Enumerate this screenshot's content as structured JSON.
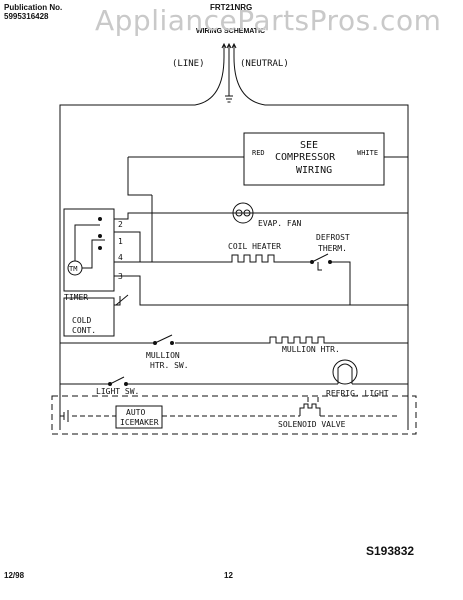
{
  "header": {
    "publication_label": "Publication No.",
    "publication_number": "5995316428",
    "model": "FRT21NRG",
    "subtitle": "WIRING SCHEMATIC",
    "watermark": "AppliancePartsPros.com"
  },
  "labels": {
    "line": "(LINE)",
    "neutral": "(NEUTRAL)",
    "see": "SEE",
    "compressor": "COMPRESSOR",
    "wiring": "WIRING",
    "red": "RED",
    "white": "WHITE",
    "evap_fan": "EVAP. FAN",
    "defrost": "DEFROST",
    "therm": "THERM.",
    "coil_heater": "COIL HEATER",
    "timer": "TIMER",
    "tm": "TM",
    "t1": "1",
    "t2": "2",
    "t3": "3",
    "t4": "4",
    "cold": "COLD",
    "cont": "CONT.",
    "mullion_htr": "MULLION HTR.",
    "mullion": "MULLION",
    "htr_sw": "HTR. SW.",
    "light_sw": "LIGHT SW.",
    "refrig_light": "REFRIG. LIGHT",
    "auto": "AUTO",
    "icemaker": "ICEMAKER",
    "solenoid_valve": "SOLENOID VALVE"
  },
  "footer": {
    "date": "12/98",
    "page": "12",
    "code": "S193832"
  }
}
